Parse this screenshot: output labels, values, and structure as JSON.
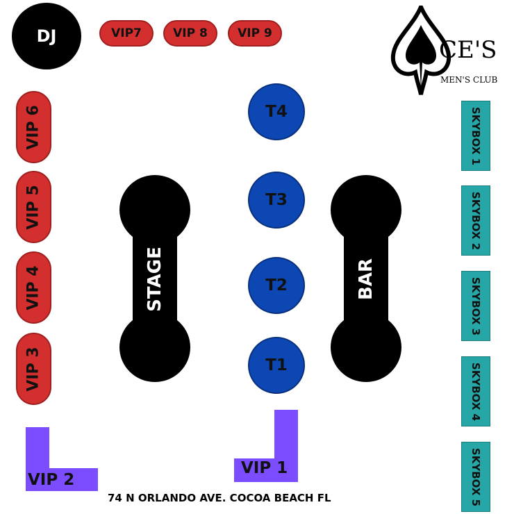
{
  "dj": {
    "label": "DJ"
  },
  "top_vips": [
    "VIP7",
    "VIP 8",
    "VIP 9"
  ],
  "left_vips": [
    "VIP 6",
    "VIP 5",
    "VIP 4",
    "VIP 3"
  ],
  "tables": [
    "T4",
    "T3",
    "T2",
    "T1"
  ],
  "stage": {
    "label": "STAGE"
  },
  "bar": {
    "label": "BAR"
  },
  "skyboxes": [
    "SKYBOX 1",
    "SKYBOX 2",
    "SKYBOX 3",
    "SKYBOX 4",
    "SKYBOX 5"
  ],
  "logo": {
    "text": "CE'S",
    "subtitle": "MEN'S CLUB"
  },
  "corner_vips": {
    "vip1": "VIP 1",
    "vip2": "VIP 2"
  },
  "address": "74 N ORLANDO AVE. COCOA BEACH FL",
  "colors": {
    "vip_red": "#d32f2f",
    "table_blue": "#0d47b4",
    "skybox_teal": "#26a6a6",
    "vip_purple": "#7c4dff",
    "black": "#000000"
  }
}
